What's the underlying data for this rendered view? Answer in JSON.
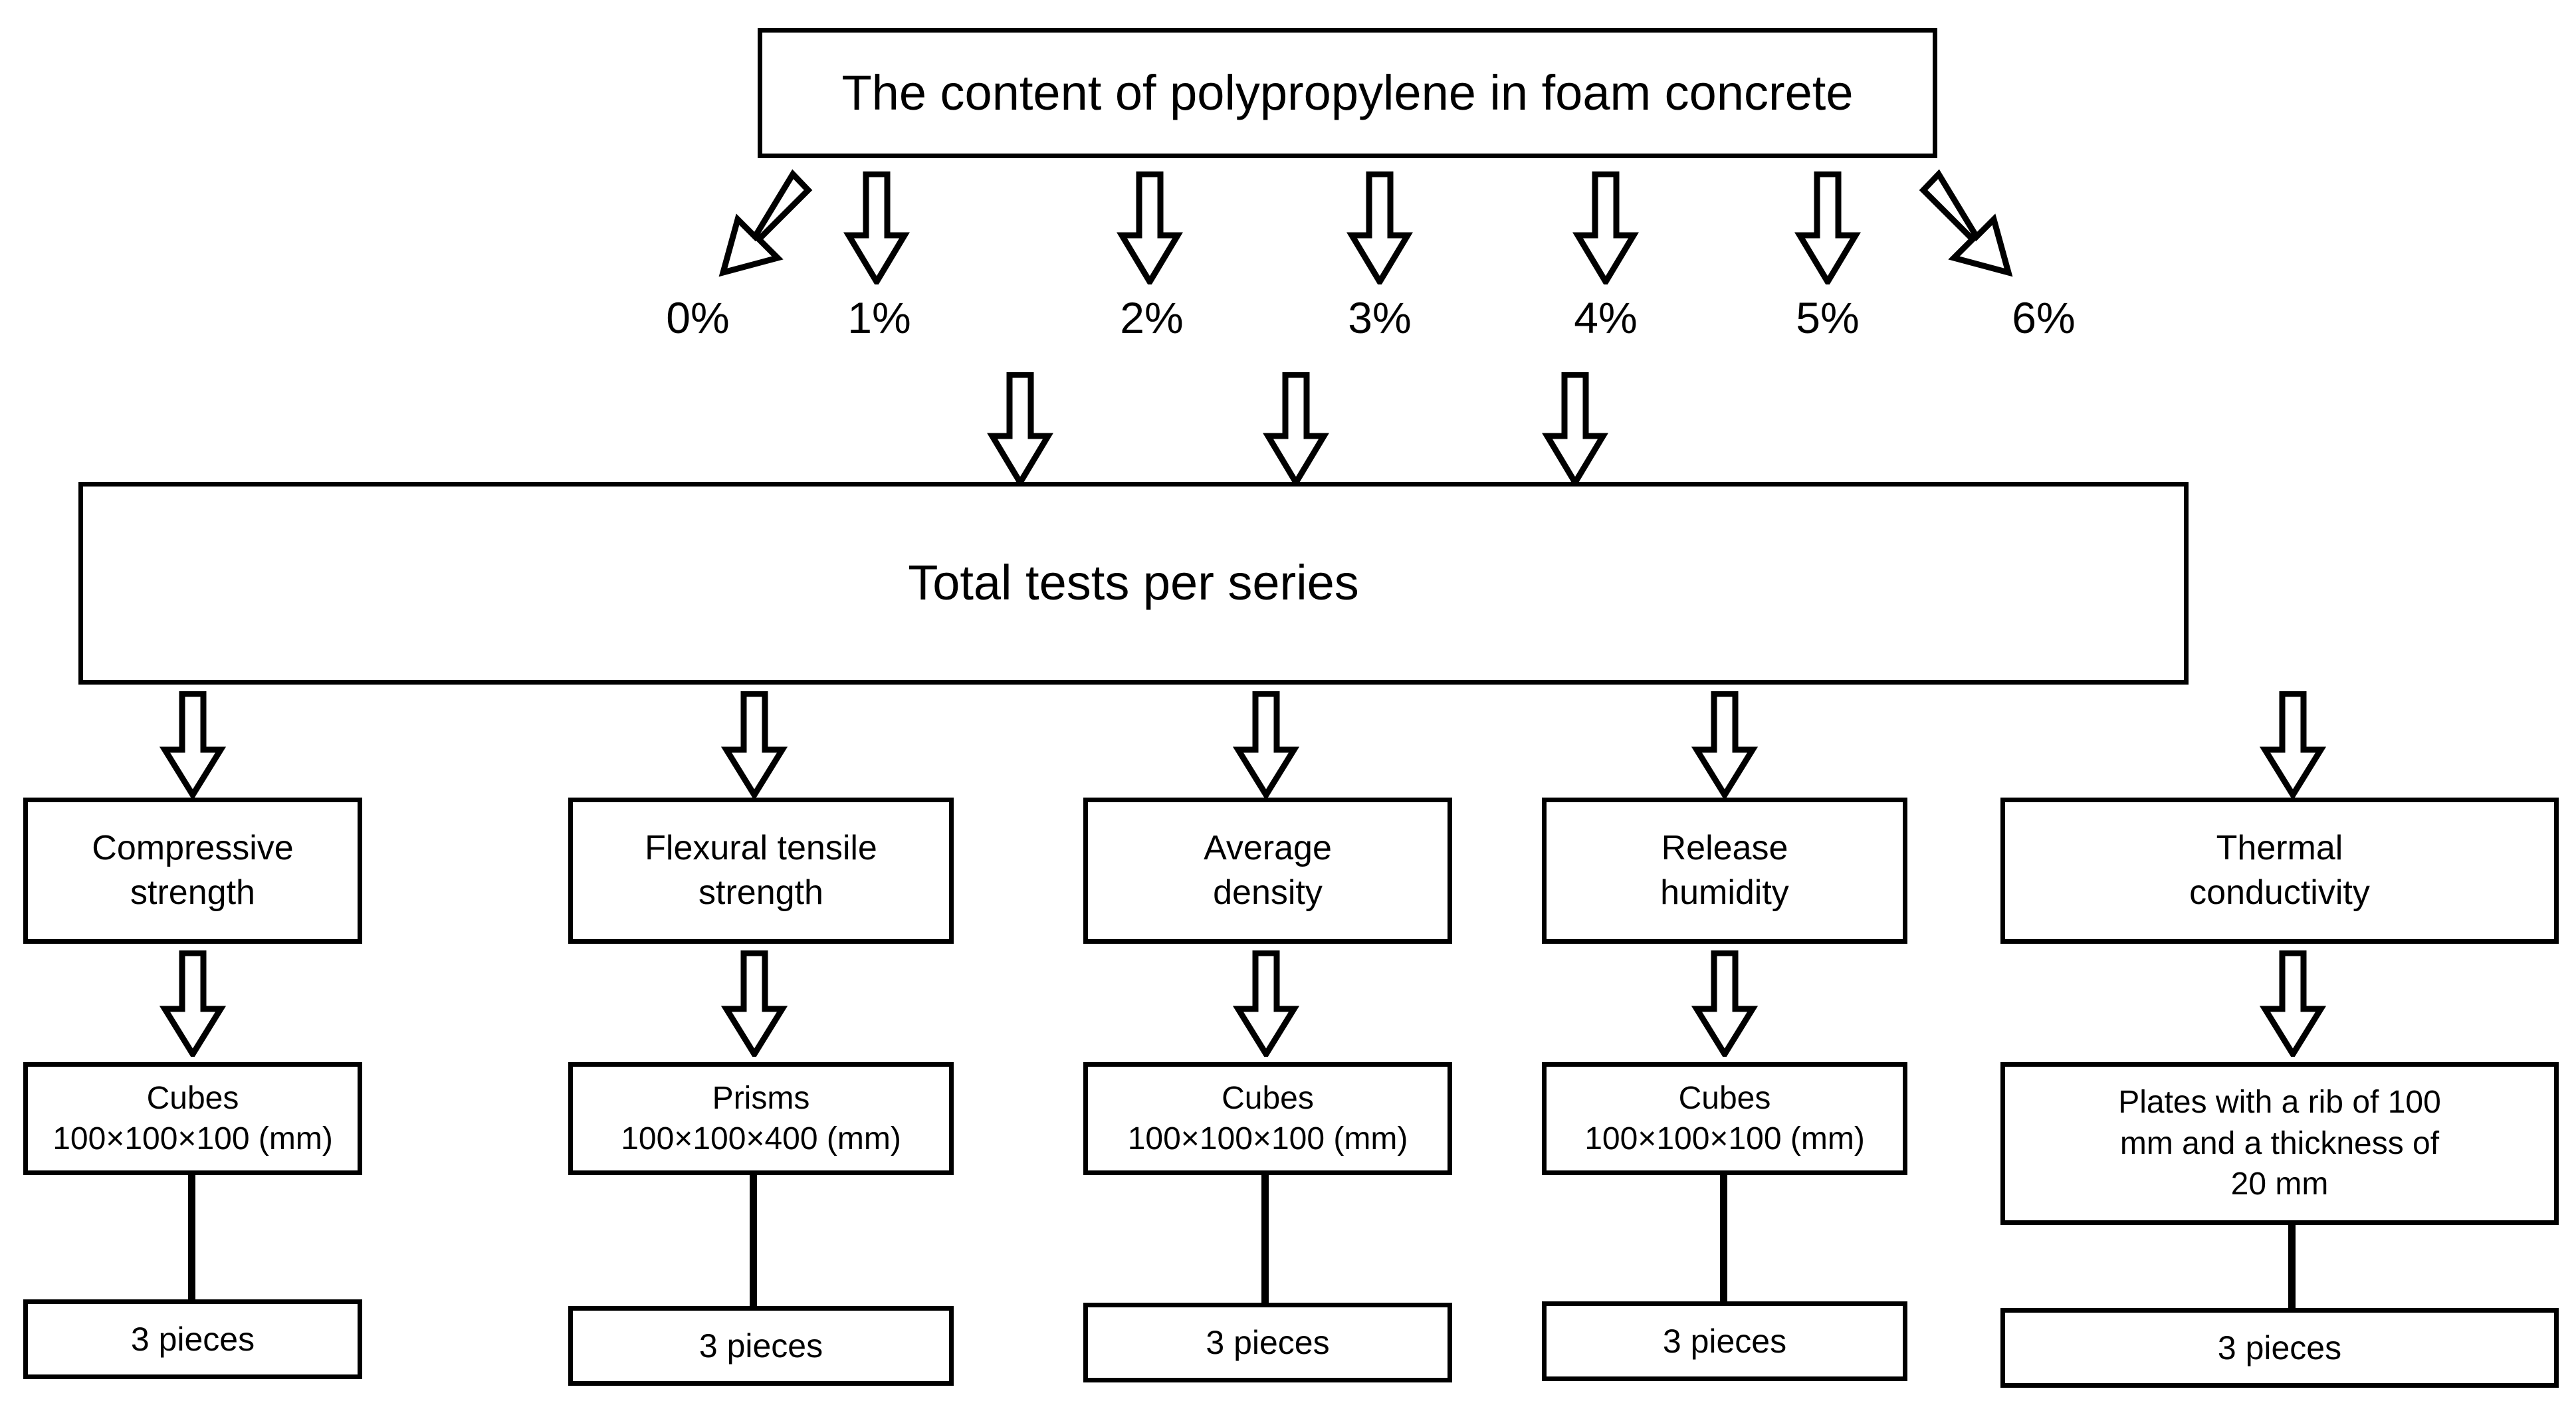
{
  "diagram": {
    "title_box": {
      "label": "The content of polypropylene in foam concrete"
    },
    "total_box": {
      "label": "Total tests per series"
    },
    "content_levels": [
      {
        "label": "0%"
      },
      {
        "label": "1%"
      },
      {
        "label": "2%"
      },
      {
        "label": "3%"
      },
      {
        "label": "4%"
      },
      {
        "label": "5%"
      },
      {
        "label": "6%"
      }
    ],
    "test_columns": [
      {
        "test": "Compressive\nstrength",
        "specimen": "Cubes\n100×100×100 (mm)",
        "count": "3 pieces"
      },
      {
        "test": "Flexural tensile\nstrength",
        "specimen": "Prisms\n100×100×400 (mm)",
        "count": "3 pieces"
      },
      {
        "test": "Average\ndensity",
        "specimen": "Cubes\n100×100×100 (mm)",
        "count": "3 pieces"
      },
      {
        "test": "Release\nhumidity",
        "specimen": "Cubes\n100×100×100 (mm)",
        "count": "3 pieces"
      },
      {
        "test": "Thermal\nconductivity",
        "specimen": "Plates with a rib of 100\nmm and a thickness of\n20 mm",
        "count": "3 pieces"
      }
    ],
    "colors": {
      "stroke": "#000000",
      "background": "#ffffff"
    }
  }
}
